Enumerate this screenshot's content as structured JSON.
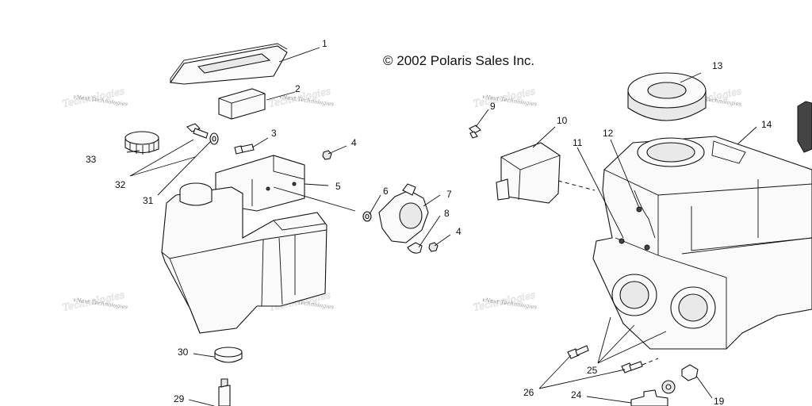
{
  "copyright": "© 2002 Polaris Sales Inc.",
  "watermark": "vNext Technologies",
  "callouts": [
    "1",
    "2",
    "3",
    "4",
    "5",
    "6",
    "7",
    "8",
    "4",
    "9",
    "10",
    "11",
    "12",
    "13",
    "14",
    "19",
    "24",
    "25",
    "26",
    "29",
    "30",
    "31",
    "32",
    "33"
  ]
}
